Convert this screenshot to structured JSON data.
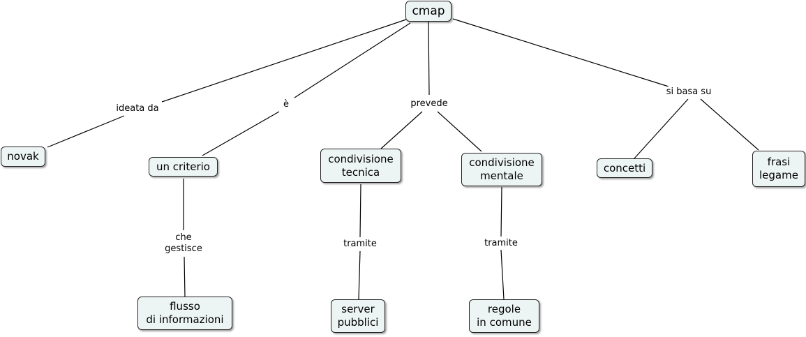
{
  "map": {
    "root": "cmap",
    "nodes": {
      "novak": "novak",
      "criterio": "un criterio",
      "flusso": "flusso\ndi informazioni",
      "tecnica": "condivisione\ntecnica",
      "server": "server\npubblici",
      "mentale": "condivisione\nmentale",
      "regole": "regole\nin comune",
      "concetti": "concetti",
      "frasi": "frasi\nlegame"
    },
    "links": {
      "ideata": "ideata da",
      "e": "è",
      "prevede": "prevede",
      "basa": "si basa su",
      "gestisce": "che\ngestisce",
      "tramite1": "tramite",
      "tramite2": "tramite"
    }
  }
}
